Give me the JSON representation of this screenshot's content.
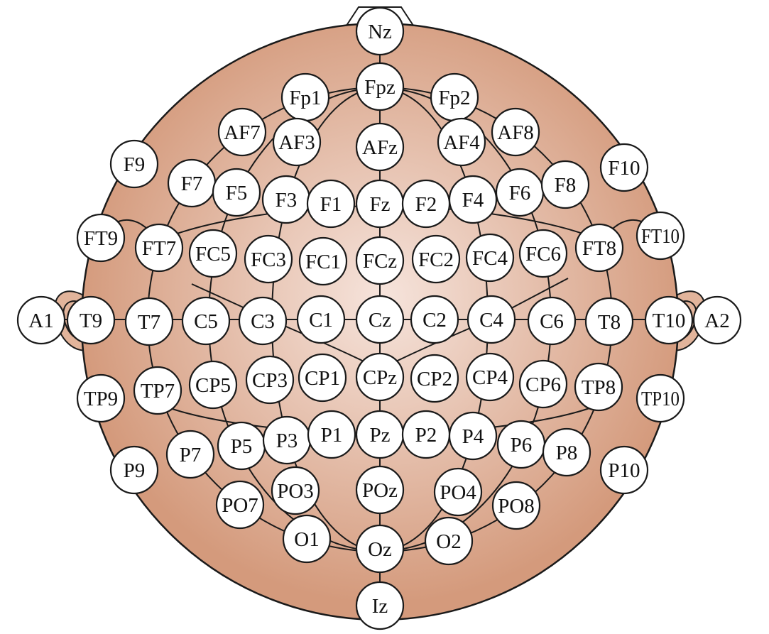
{
  "colors": {
    "head_center": "#f6e4dc",
    "head_edge": "#d49a7c",
    "outline": "#1a1a1a",
    "electrode_fill": "#ffffff"
  },
  "electrodes": [
    "Nz",
    "Fpz",
    "Fp1",
    "Fp2",
    "AF7",
    "AF3",
    "AFz",
    "AF4",
    "AF8",
    "F9",
    "F7",
    "F5",
    "F3",
    "F1",
    "Fz",
    "F2",
    "F4",
    "F6",
    "F8",
    "F10",
    "FT9",
    "FT7",
    "FC5",
    "FC3",
    "FC1",
    "FCz",
    "FC2",
    "FC4",
    "FC6",
    "FT8",
    "FT10",
    "A1",
    "T9",
    "T7",
    "C5",
    "C3",
    "C1",
    "Cz",
    "C2",
    "C4",
    "C6",
    "T8",
    "T10",
    "A2",
    "TP9",
    "TP7",
    "CP5",
    "CP3",
    "CP1",
    "CPz",
    "CP2",
    "CP4",
    "CP6",
    "TP8",
    "TP10",
    "P9",
    "P7",
    "P5",
    "P3",
    "P1",
    "Pz",
    "P2",
    "P4",
    "P6",
    "P8",
    "P10",
    "PO7",
    "PO3",
    "POz",
    "PO4",
    "PO8",
    "O1",
    "Oz",
    "O2",
    "Iz"
  ]
}
